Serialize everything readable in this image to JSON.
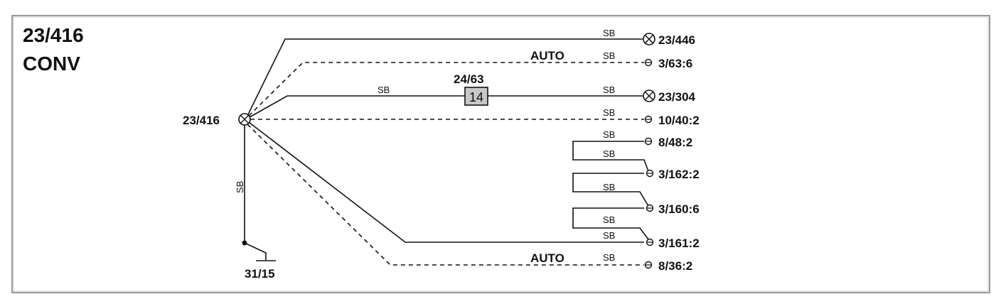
{
  "title": {
    "line1": "23/416",
    "line2": "CONV"
  },
  "component": {
    "id": "23/416"
  },
  "ground": {
    "id": "31/15"
  },
  "fuse": {
    "id": "24/63",
    "number": "14"
  },
  "wire_color": "SB",
  "auto_label": "AUTO",
  "terminals": [
    {
      "id": "23/446",
      "type": "bulb"
    },
    {
      "id": "3/63:6",
      "type": "connector"
    },
    {
      "id": "23/304",
      "type": "bulb"
    },
    {
      "id": "10/40:2",
      "type": "connector"
    },
    {
      "id": "8/48:2",
      "type": "connector"
    },
    {
      "id": "3/162:2",
      "type": "connector"
    },
    {
      "id": "3/160:6",
      "type": "connector"
    },
    {
      "id": "3/161:2",
      "type": "connector"
    },
    {
      "id": "8/36:2",
      "type": "connector"
    }
  ]
}
